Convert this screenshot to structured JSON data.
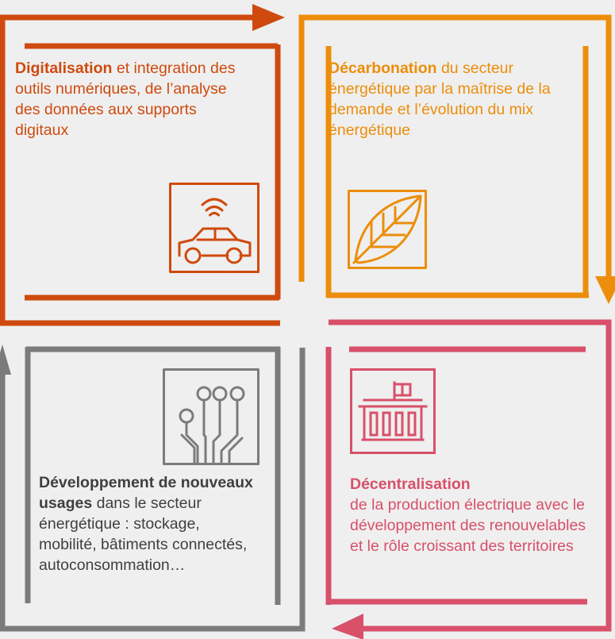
{
  "colors": {
    "background": "#efefef",
    "digitalisation": "#cf4a0e",
    "decarbonation": "#ec8e0b",
    "decentralisation": "#d8506a",
    "usages": "#7b7b7b",
    "usages_text": "#3f3f3f"
  },
  "quadrants": {
    "digitalisation": {
      "bold": "Digitalisation",
      "text": " et integration des outils numériques, de l’analyse des données aux supports digitaux",
      "icon": "connected-car-icon"
    },
    "decarbonation": {
      "bold": "Décarbonation",
      "text": " du secteur énergétique par la maîtrise de la demande et l’évolution du mix énergétique",
      "icon": "leaf-icon"
    },
    "usages": {
      "bold": "Développement de nouveaux usages",
      "text": " dans le secteur énergétique : stockage, mobilité, bâtiments connectés, autoconsommation…",
      "icon": "circuit-icon"
    },
    "decentralisation": {
      "bold": "Décentralisation",
      "text": "de la production électrique avec le développement des renouvelables et le rôle croissant des territoires",
      "icon": "city-hall-icon"
    }
  }
}
